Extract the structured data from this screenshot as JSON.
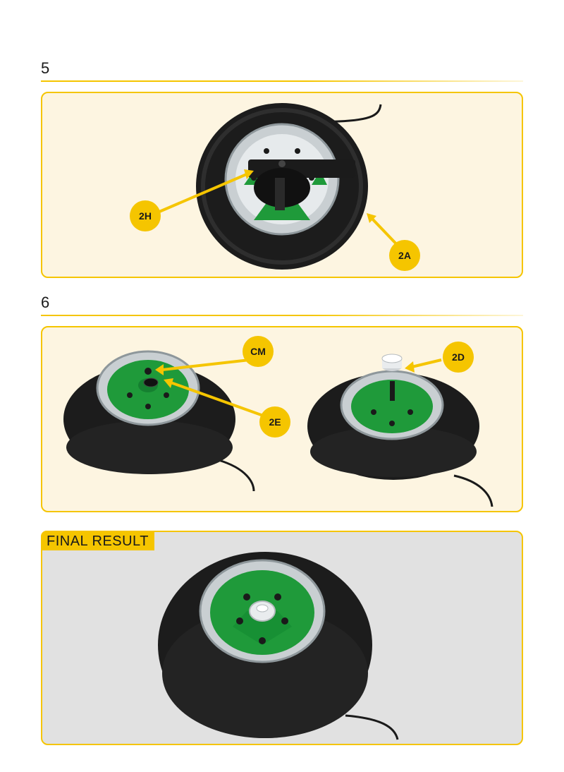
{
  "steps": [
    {
      "number": "5"
    },
    {
      "number": "6"
    }
  ],
  "callouts": {
    "c2h": "2H",
    "c2a": "2A",
    "ccm": "CM",
    "c2e": "2E",
    "c2d": "2D"
  },
  "final": {
    "label": "FINAL RESULT"
  },
  "colors": {
    "accent": "#f5c500",
    "panel_bg": "#fdf5e1",
    "final_bg": "#e1e1e1",
    "rim_green": "#1f9a3a",
    "tyre": "#1c1c1c"
  }
}
